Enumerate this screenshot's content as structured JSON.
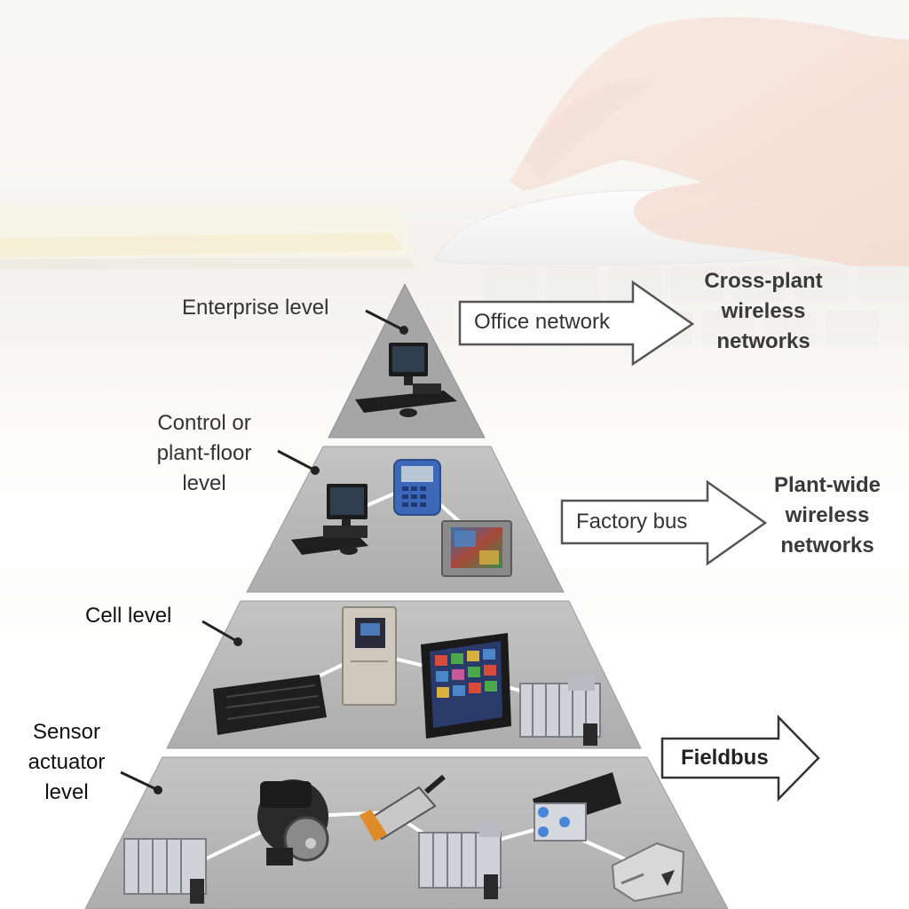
{
  "levels": {
    "enterprise": "Enterprise level",
    "control": "Control or plant-floor level",
    "control_lines": [
      "Control or",
      "plant-floor",
      "level"
    ],
    "cell": "Cell level",
    "sensor_lines": [
      "Sensor",
      "actuator",
      "level"
    ]
  },
  "networks": {
    "office": {
      "arrow_label": "Office network",
      "wireless_lines": [
        "Cross-plant",
        "wireless",
        "networks"
      ]
    },
    "factory": {
      "arrow_label": "Factory bus",
      "wireless_lines": [
        "Plant-wide",
        "wireless",
        "networks"
      ]
    },
    "field": {
      "arrow_label": "Fieldbus"
    }
  },
  "icons": {
    "enterprise": [
      "desktop-computer-icon"
    ],
    "control": [
      "desktop-computer-icon",
      "handheld-controller-icon",
      "touch-panel-icon"
    ],
    "cell": [
      "plc-module-icon",
      "frequency-drive-icon",
      "hmi-display-icon",
      "valve-terminal-icon"
    ],
    "sensor": [
      "valve-terminal-icon",
      "electric-motor-icon",
      "proximity-sensor-icon",
      "valve-terminal-icon",
      "pneumatic-valve-icon",
      "linear-actuator-icon"
    ]
  },
  "colors": {
    "tier_fill": "#b9b9b9",
    "tier_fill_top": "#a8a8a8",
    "connector": "#ffffff",
    "arrow_fill": "#ffffff",
    "arrow_stroke": "#555555"
  }
}
